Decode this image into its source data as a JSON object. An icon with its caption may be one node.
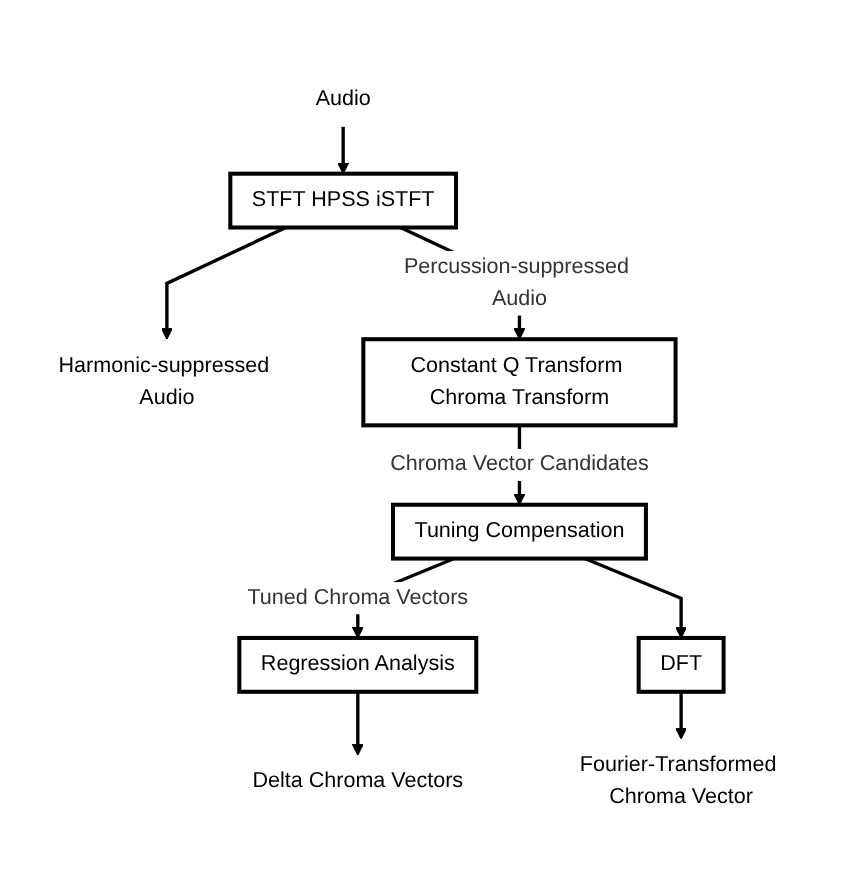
{
  "diagram": {
    "nodes": [
      {
        "text": [
          "Audio"
        ]
      },
      {
        "text": [
          "STFT HPSS iSTFT"
        ]
      },
      {
        "text": [
          "Harmonic-suppressed Audio"
        ]
      },
      {
        "text": [
          "Constant Q Transform Chroma Transform"
        ]
      },
      {
        "text": [
          "Tuning Compensation"
        ]
      },
      {
        "text": [
          "Regression Analysis"
        ]
      },
      {
        "text": [
          "DFT"
        ]
      },
      {
        "text": [
          "Delta Chroma Vectors"
        ]
      },
      {
        "text": [
          "Fourier-Transformed Chroma Vector"
        ]
      }
    ],
    "edges": [
      {
        "from": 0,
        "to": 1,
        "arrow": "to"
      },
      {
        "from": 1,
        "to": 3,
        "arrow": "to",
        "label": "Percussion-suppressed Audio"
      },
      {
        "from": 1,
        "to": 2,
        "arrow": "to"
      },
      {
        "from": 3,
        "to": 4,
        "arrow": "to",
        "label": "Chroma Vector Candidates"
      },
      {
        "from": 4,
        "to": 5,
        "arrow": "to",
        "label": "Tuned Chroma Vectors"
      },
      {
        "from": 4,
        "to": 6,
        "arrow": "to"
      },
      {
        "from": 5,
        "to": 7,
        "arrow": "to"
      },
      {
        "from": 6,
        "to": 8,
        "arrow": "to"
      }
    ]
  }
}
